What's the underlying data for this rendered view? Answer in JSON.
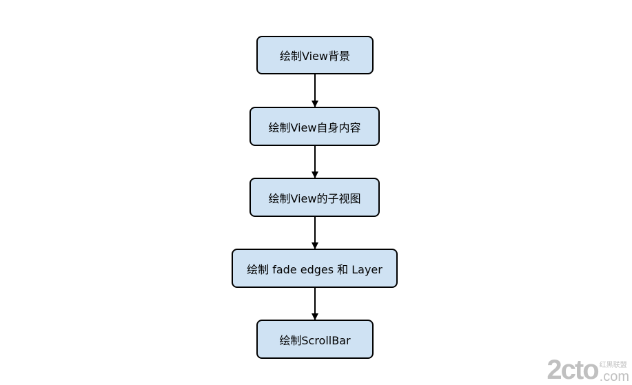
{
  "nodes": [
    {
      "label": "绘制View背景"
    },
    {
      "label": "绘制View自身内容"
    },
    {
      "label": "绘制View的子视图"
    },
    {
      "label": "绘制 fade edges 和 Layer"
    },
    {
      "label": "绘制ScrollBar"
    }
  ],
  "watermark": {
    "logo": "2cto",
    "cn": "红黑联盟",
    "com": ".com"
  }
}
